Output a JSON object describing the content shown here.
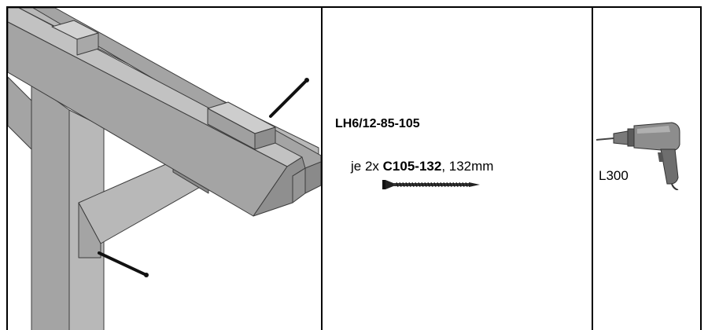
{
  "colors": {
    "wood_light": "#b8b8b8",
    "wood_mid": "#a4a4a4",
    "wood_dark": "#8a8a8a",
    "outline": "#3c3c3c",
    "screw": "#111111"
  },
  "illustration": {
    "icon": "timber-joint-illustration"
  },
  "part": {
    "code": "LH6/12-85-105"
  },
  "screw": {
    "prefix": "je 2x ",
    "code": "C105-132",
    "suffix": ", 132mm",
    "icon": "screw-icon"
  },
  "tool": {
    "label": "L300",
    "icon": "drill-icon"
  }
}
